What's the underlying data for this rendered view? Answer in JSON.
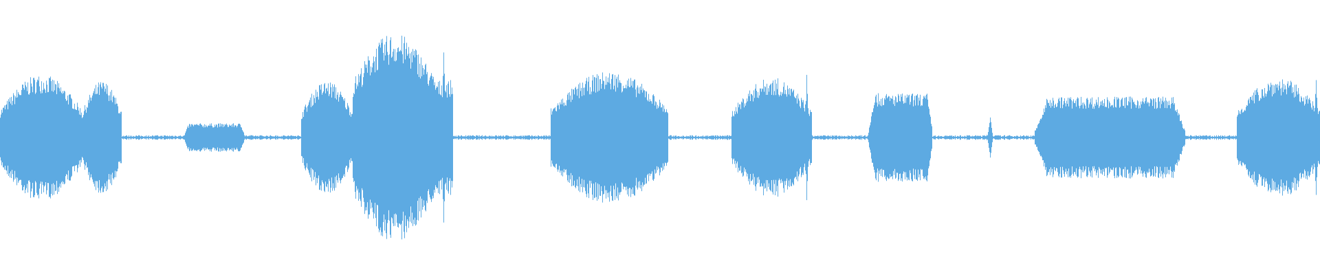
{
  "waveform": {
    "color": "#5daae2",
    "background": "#ffffff",
    "duration_fraction_segments": [
      {
        "start": 0.0,
        "end": 0.062,
        "amplitude": 0.2,
        "shape": "swell",
        "label": ""
      },
      {
        "start": 0.062,
        "end": 0.092,
        "amplitude": 0.18,
        "shape": "swell",
        "label": ""
      },
      {
        "start": 0.139,
        "end": 0.186,
        "amplitude": 0.045,
        "shape": "flat",
        "label": ""
      },
      {
        "start": 0.228,
        "end": 0.267,
        "amplitude": 0.18,
        "shape": "swell",
        "label": ""
      },
      {
        "start": 0.267,
        "end": 0.343,
        "amplitude": 0.33,
        "shape": "peak",
        "label": ""
      },
      {
        "start": 0.417,
        "end": 0.506,
        "amplitude": 0.21,
        "shape": "swell",
        "label": ""
      },
      {
        "start": 0.554,
        "end": 0.615,
        "amplitude": 0.19,
        "shape": "swell",
        "label": ""
      },
      {
        "start": 0.658,
        "end": 0.706,
        "amplitude": 0.14,
        "shape": "flat",
        "label": ""
      },
      {
        "start": 0.784,
        "end": 0.898,
        "amplitude": 0.13,
        "shape": "flat",
        "label": ""
      },
      {
        "start": 0.937,
        "end": 1.0,
        "amplitude": 0.19,
        "shape": "swell",
        "label": ""
      }
    ],
    "spikes": [
      {
        "at": 0.336,
        "amplitude": 0.38
      },
      {
        "at": 0.611,
        "amplitude": 0.23
      },
      {
        "at": 0.75,
        "amplitude": 0.09
      },
      {
        "at": 0.997,
        "amplitude": 0.24
      }
    ],
    "baseline_noise": 0.006
  }
}
